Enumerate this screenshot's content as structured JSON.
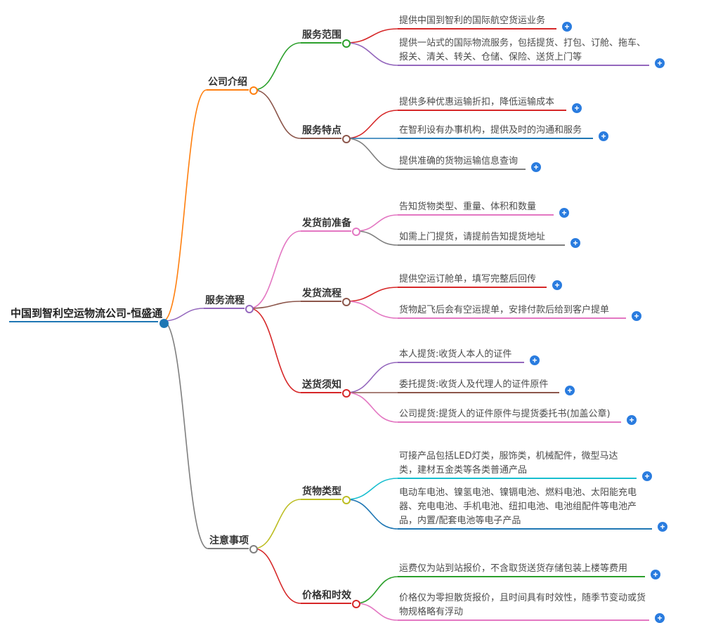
{
  "root": {
    "label": "中国到智利空运物流公司-恒盛通",
    "color": "#1f77b4"
  },
  "branches": [
    {
      "label": "公司介绍",
      "color": "#ff7f0e",
      "children": [
        {
          "label": "服务范围",
          "color": "#2ca02c",
          "leaves": [
            {
              "text": "提供中国到智利的国际航空货运业务",
              "color": "#d62728"
            },
            {
              "text": "提供一站式的国际物流服务，包括提货、打包、订舱、拖车、报关、清关、转关、仓储、保险、送货上门等",
              "color": "#9467bd"
            }
          ]
        },
        {
          "label": "服务特点",
          "color": "#8c564b",
          "leaves": [
            {
              "text": "提供多种优惠运输折扣，降低运输成本",
              "color": "#d62728"
            },
            {
              "text": "在智利设有办事机构，提供及时的沟通和服务",
              "color": "#1f77b4"
            },
            {
              "text": "提供准确的货物运输信息查询",
              "color": "#7f7f7f"
            }
          ]
        }
      ]
    },
    {
      "label": "服务流程",
      "color": "#9467bd",
      "children": [
        {
          "label": "发货前准备",
          "color": "#e377c2",
          "leaves": [
            {
              "text": "告知货物类型、重量、体积和数量",
              "color": "#e377c2"
            },
            {
              "text": "如需上门提货，请提前告知提货地址",
              "color": "#7f7f7f"
            }
          ]
        },
        {
          "label": "发货流程",
          "color": "#8c564b",
          "leaves": [
            {
              "text": "提供空运订舱单，填写完整后回传",
              "color": "#d62728"
            },
            {
              "text": "货物起飞后会有空运提单，安排付款后给到客户提单",
              "color": "#e377c2"
            }
          ]
        },
        {
          "label": "送货须知",
          "color": "#d62728",
          "leaves": [
            {
              "text": "本人提货:收货人本人的证件",
              "color": "#9467bd"
            },
            {
              "text": "委托提货:收货人及代理人的证件原件",
              "color": "#8c564b"
            },
            {
              "text": "公司提货:提货人的证件原件与提货委托书(加盖公章)",
              "color": "#e377c2"
            }
          ]
        }
      ]
    },
    {
      "label": "注意事项",
      "color": "#7f7f7f",
      "children": [
        {
          "label": "货物类型",
          "color": "#bcbd22",
          "leaves": [
            {
              "text": "可接产品包括LED灯类，服饰类，机械配件，微型马达类，建材五金类等各类普通产品",
              "color": "#17becf"
            },
            {
              "text": "电动车电池、镍氢电池、镍镉电池、燃料电池、太阳能充电器、充电电池、手机电池、纽扣电池、电池组配件等电池产品，内置/配套电池等电子产品",
              "color": "#1f77b4"
            }
          ]
        },
        {
          "label": "价格和时效",
          "color": "#d62728",
          "leaves": [
            {
              "text": "运费仅为站到站报价，不含取货送货存储包装上楼等费用",
              "color": "#2ca02c"
            },
            {
              "text": "价格仅为零担散货报价，且时间具有时效性，随季节变动或货物规格略有浮动",
              "color": "#e377c2"
            }
          ]
        }
      ]
    }
  ],
  "ui": {
    "plus_glyph": "+",
    "plus_color": "#2a7cdf"
  }
}
